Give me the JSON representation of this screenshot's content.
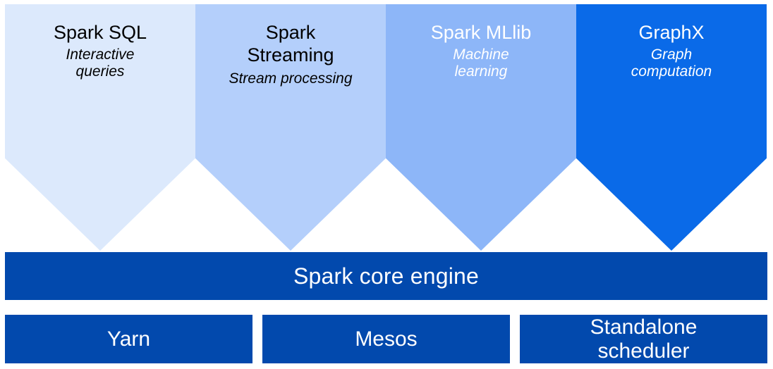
{
  "libraries": [
    {
      "title": "Spark SQL",
      "subtitle": "Interactive queries",
      "color": "#dce9fc",
      "text_color": "#000000"
    },
    {
      "title": "Spark Streaming",
      "subtitle": "Stream processing",
      "color": "#b4cffb",
      "text_color": "#000000"
    },
    {
      "title": "Spark MLlib",
      "subtitle": "Machine learning",
      "color": "#8db6f8",
      "text_color": "#ffffff"
    },
    {
      "title": "GraphX",
      "subtitle": "Graph computation",
      "color": "#0a6ae8",
      "text_color": "#ffffff"
    }
  ],
  "core": {
    "label": "Spark core engine",
    "color": "#0249ad"
  },
  "cluster_managers": [
    {
      "label": "Yarn",
      "color": "#0249ad"
    },
    {
      "label": "Mesos",
      "color": "#0249ad"
    },
    {
      "label": "Standalone scheduler",
      "color": "#0249ad"
    }
  ]
}
